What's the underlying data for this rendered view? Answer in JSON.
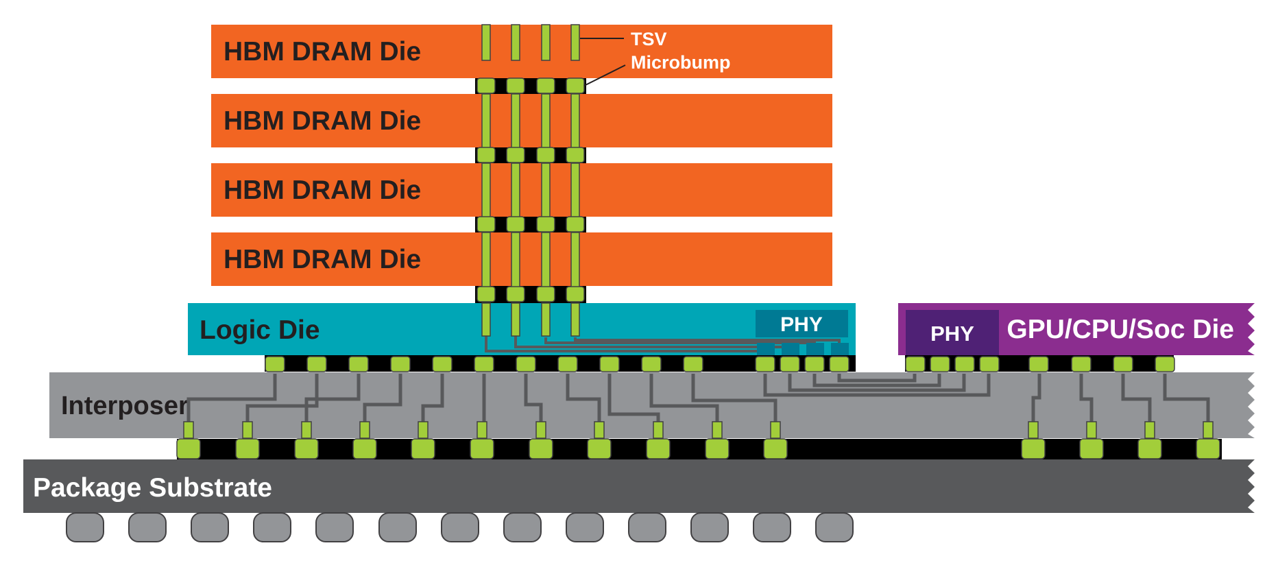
{
  "hbm_die_label": "HBM DRAM Die",
  "tsv_label": "TSV",
  "microbump_label": "Microbump",
  "logic_die_label": "Logic Die",
  "phy_label": "PHY",
  "gpu_die_label": "GPU/CPU/Soc Die",
  "interposer_label": "Interposer",
  "substrate_label": "Package Substrate",
  "colors": {
    "hbm": "#F26522",
    "logic": "#00A6B6",
    "logic_phy": "#007A94",
    "gpu": "#8B2D8F",
    "gpu_phy": "#4F2175",
    "interposer": "#939598",
    "substrate": "#58595B",
    "bump": "#A2CE3A",
    "bump_row": "#000000",
    "wire": "#58595B",
    "ball": "#939598"
  }
}
